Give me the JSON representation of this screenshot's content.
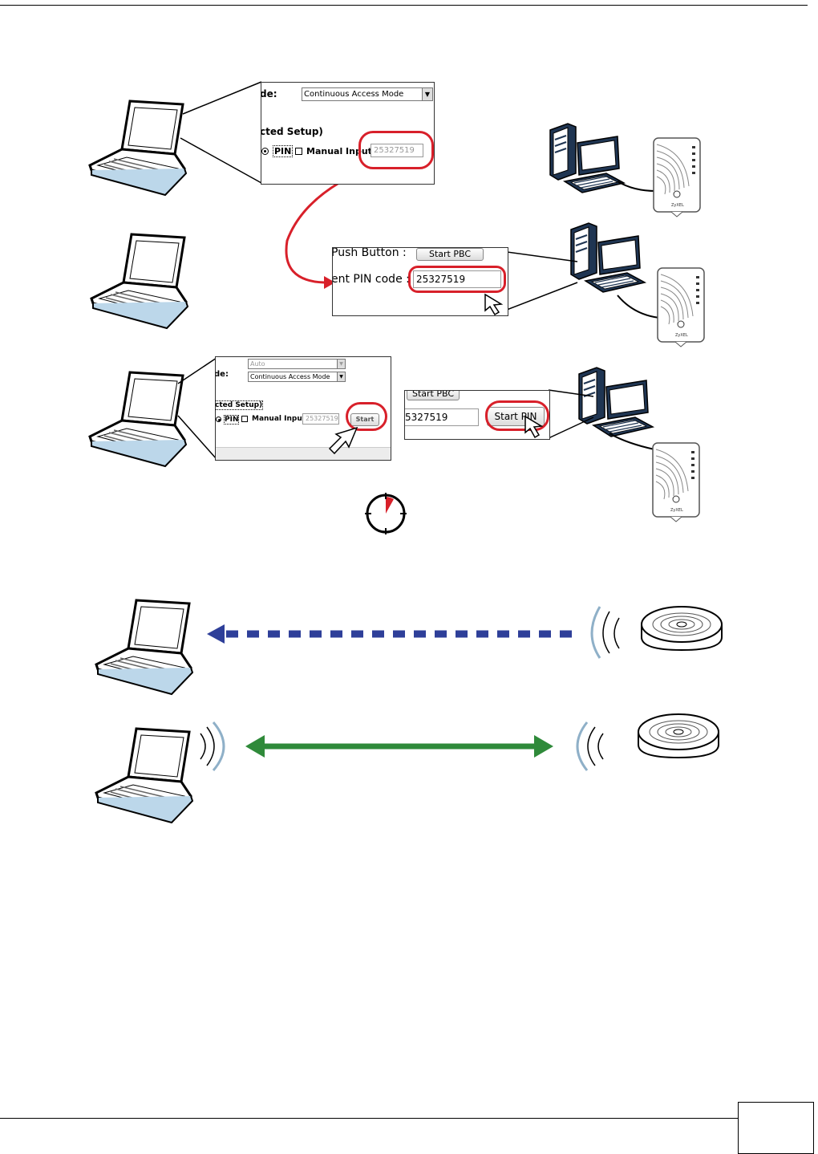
{
  "page_number": "",
  "panel1": {
    "mode_label": "de:",
    "mode_value": "Continuous Access Mode",
    "wps_label": "cted Setup)",
    "pin_label": "PIN",
    "manual_label": "Manual Input",
    "pin_value": "25327519"
  },
  "panel2": {
    "push_label": "Push Button :",
    "push_button": "Start PBC",
    "pin_label": "ent PIN code :",
    "pin_value": "25327519"
  },
  "panel3": {
    "auto_value": "Auto",
    "mode_label": "de:",
    "mode_value": "Continuous Access Mode",
    "wps_label": "cted Setup)",
    "pin_label": "PIN",
    "manual_label": "Manual Input",
    "pin_value": "25327519",
    "start_button": "Start"
  },
  "panel4": {
    "push_button": "Start PBC",
    "pin_value": "5327519",
    "start_pin_button": "Start PIN"
  },
  "device_brand": "ZyXEL",
  "colors": {
    "highlight": "#d8202a",
    "discovery_arrow": "#2e3f99",
    "connected_arrow": "#2f8a3a"
  }
}
